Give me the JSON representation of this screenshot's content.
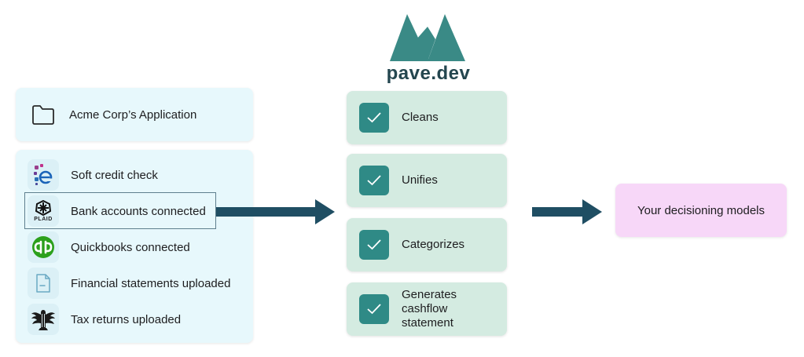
{
  "logo": {
    "name": "pave.dev",
    "color": "#3a8a86"
  },
  "application": {
    "title": "Acme Corp’s Application",
    "icon": "folder-icon"
  },
  "sources": [
    {
      "label": "Soft credit check",
      "icon": "experian-logo-icon"
    },
    {
      "label": "Bank accounts connected",
      "icon": "plaid-logo-icon",
      "logo_text": "PLAID",
      "highlighted": true
    },
    {
      "label": "Quickbooks connected",
      "icon": "quickbooks-logo-icon"
    },
    {
      "label": "Financial statements uploaded",
      "icon": "document-icon"
    },
    {
      "label": "Tax returns uploaded",
      "icon": "irs-eagle-icon"
    }
  ],
  "steps": [
    {
      "label": "Cleans",
      "icon": "checkmark-icon"
    },
    {
      "label": "Unifies",
      "icon": "checkmark-icon"
    },
    {
      "label": "Categorizes",
      "icon": "checkmark-icon"
    },
    {
      "label": "Generates cashflow statement",
      "icon": "checkmark-icon"
    }
  ],
  "output": {
    "label": "Your decisioning models"
  },
  "colors": {
    "card_blue": "#e7f8fc",
    "step_green": "#d4ebe1",
    "check_teal": "#2f8a86",
    "output_pink": "#f7d7f8",
    "arrow": "#1f4e63"
  }
}
